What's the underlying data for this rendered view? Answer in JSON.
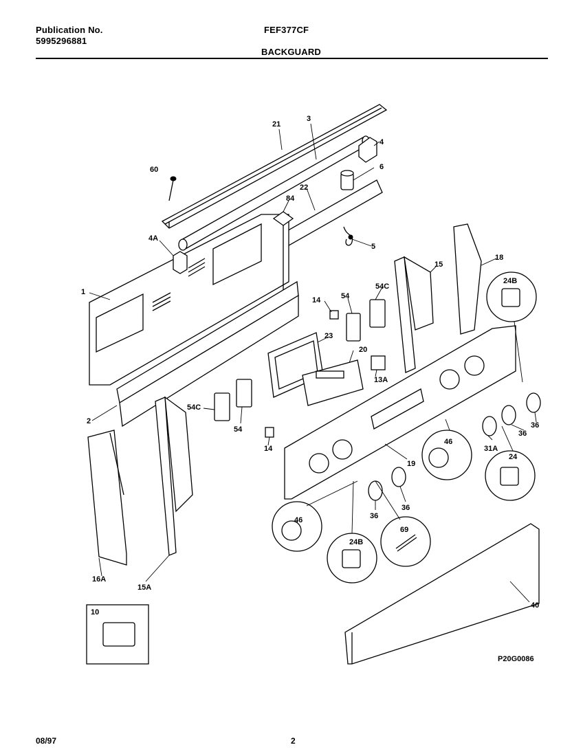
{
  "header": {
    "publication_label": "Publication No.",
    "publication_number": "5995296881",
    "model": "FEF377CF",
    "section": "BACKGUARD"
  },
  "footer": {
    "date": "08/97",
    "page": "2",
    "figure_code": "P20G0086"
  },
  "callouts": {
    "c21": "21",
    "c3": "3",
    "c4": "4",
    "c60": "60",
    "c6": "6",
    "c22": "22",
    "c84": "84",
    "c4a": "4A",
    "c5": "5",
    "c15": "15",
    "c18": "18",
    "c1": "1",
    "c14a": "14",
    "c54a": "54",
    "c54ca": "54C",
    "c24b_top": "24B",
    "c23": "23",
    "c20": "20",
    "c13a": "13A",
    "c2": "2",
    "c54cb": "54C",
    "c54b": "54",
    "c14b": "14",
    "c36a": "36",
    "c36b": "36",
    "c46a": "46",
    "c31a": "31A",
    "c24": "24",
    "c19": "19",
    "c46b": "46",
    "c36c": "36",
    "c36d": "36",
    "c24b_bot": "24B",
    "c69": "69",
    "c16a": "16A",
    "c15a": "15A",
    "c40": "40",
    "c10": "10"
  }
}
